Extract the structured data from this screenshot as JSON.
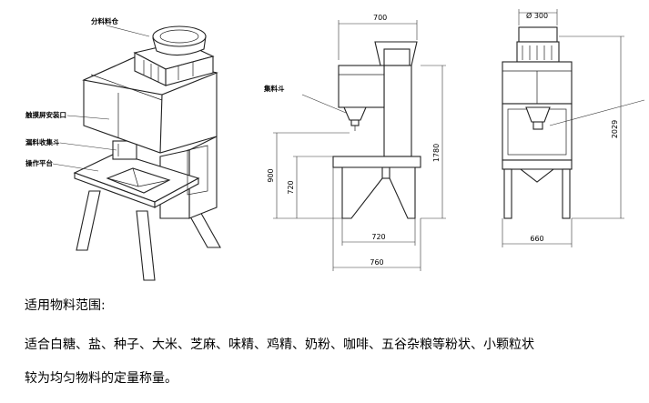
{
  "iso_labels": {
    "hopper": "分料料仓",
    "touchscreen": "触摸屏安装口",
    "funnel": "漏料收集斗",
    "platform": "操作平台"
  },
  "side_view": {
    "collector_label": "集料斗",
    "top_width": "700",
    "height_total": "1780",
    "height_platform": "900",
    "height_inner": "720",
    "base_width": "720",
    "overall_width": "760"
  },
  "front_view": {
    "diameter": "Ø 300",
    "height_total": "2029",
    "base_width": "660"
  },
  "description": {
    "heading": "适用物料范围:",
    "line1": "适合白糖、盐、种子、大米、芝麻、味精、鸡精、奶粉、咖啡、五谷杂粮等粉状、小颗粒状",
    "line2": "较为均匀物料的定量称量。"
  }
}
